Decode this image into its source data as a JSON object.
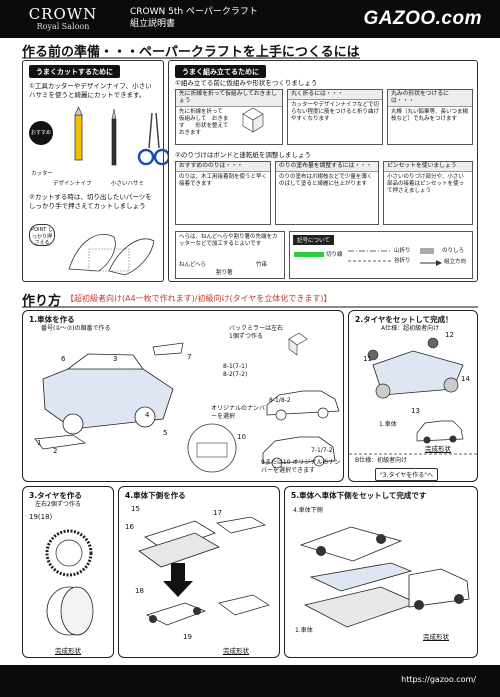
{
  "header": {
    "brand": "CROWN",
    "brand_sub": "Royal Saloon",
    "title_line1": "CROWN 5th ペーパークラフト",
    "title_line2": "組立説明書",
    "logo": "GAZOO.com"
  },
  "prep": {
    "title": "作る前の準備・・・ペーパークラフトを上手につくるには",
    "cut_panel": {
      "head": "うまくカットするために",
      "tip1": "①工具カッターやデザインナイフ、小さいハサミを使うと綺麗にカットできます。",
      "badge": "おすすめ",
      "tools": [
        "カッター",
        "デザインナイフ",
        "小さいハサミ"
      ],
      "tip2": "②カットする時は、切り出したいパーツをしっかり手で押さえてカットしましょう",
      "point": "POINT しっかり押さえる"
    },
    "assemble_panel": {
      "head": "うまく組み立てるために",
      "tip1": "①組み立てる前に仮組みや形状をつくりましょう",
      "box1": "先に折線を折って仮組みしておきましょう",
      "box1_text": "先に折線を折って　仮組みして　おきます　　形状を整えておきます",
      "box2": "丸く折るには・・・",
      "box2_text": "カッターやデザインナイフなどで切らない程度に筋をつけると折り曲げやすくなります",
      "box3": "丸みの形状をつけるには・・・",
      "box3_text": "丸棒（丸い鉛筆等、長いつま楊枝など）で丸みをつけます",
      "tip2": "②のりづけはボンドと速乾紙を調整しましょう",
      "box4": "おすすめののりは・・・",
      "box4_text": "のりは、木工用接着剤を使うと早く接着できます",
      "box5": "のりの塗布量を調整するには・・・",
      "box5_text": "のりの塗布は爪楊枝などで少量を薄くのばして塗ると綺麗に仕上がります",
      "box6": "ピンセットを使いましょう",
      "box6_text": "小さいのりづけ部分や、小さい部品の接着はピンセットを使って押さえましょう",
      "note": "へらは、ねんどへらや割り箸の先端をカッターなどで加工するとよいです",
      "note_item1": "ねんどへら",
      "note_item2": "割り箸",
      "note_item3": "竹串",
      "legend_head": "記号について",
      "legend": [
        "切り線",
        "山折り",
        "谷折り",
        "のりしろ",
        "組立方向"
      ]
    }
  },
  "howto": {
    "title": "作り方",
    "subtitle": "【超初級者向け(A4一枚で作れます)/初級向け(タイヤを立体化できます)】",
    "step1": {
      "title": "1.車体を作る",
      "sub": "番号(①〜⑦)の順番で作る",
      "mirror_note": "バックミラーは左右1個ずつ作る",
      "plate_note": "オリジナルのナンバーを選択",
      "plate_note2": "9または10 オリジナルのナンバーを選択できます",
      "nums": [
        "1",
        "2",
        "3",
        "4",
        "5",
        "6",
        "7",
        "8",
        "9",
        "10",
        "8-1(7-1)",
        "8-2(7-2)",
        "8-1/8-2",
        "7-1/7-2"
      ]
    },
    "step2": {
      "title": "2.タイヤをセットして完成！",
      "spec_a": "A仕様：超初級者向け",
      "spec_b": "B仕様：初級者向け",
      "spec_b_note": "\"3.タイヤを作る\"へ",
      "body_label": "1.車体",
      "finish": "完成形状",
      "nums": [
        "11",
        "12",
        "13",
        "14"
      ]
    },
    "step3": {
      "title": "3.タイヤを作る",
      "sub": "左右2個ずつ作る",
      "num": "19(18)",
      "finish": "完成形状"
    },
    "step4": {
      "title": "4.車体下側を作る",
      "nums": [
        "15",
        "16",
        "17",
        "18",
        "19"
      ],
      "finish": "完成形状"
    },
    "step5": {
      "title": "5.車体へ車体下側をセットして完成です",
      "label_under": "4.車体下側",
      "label_body": "1.車体",
      "finish": "完成形状"
    }
  },
  "footer": {
    "url": "https://gazoo.com/"
  }
}
